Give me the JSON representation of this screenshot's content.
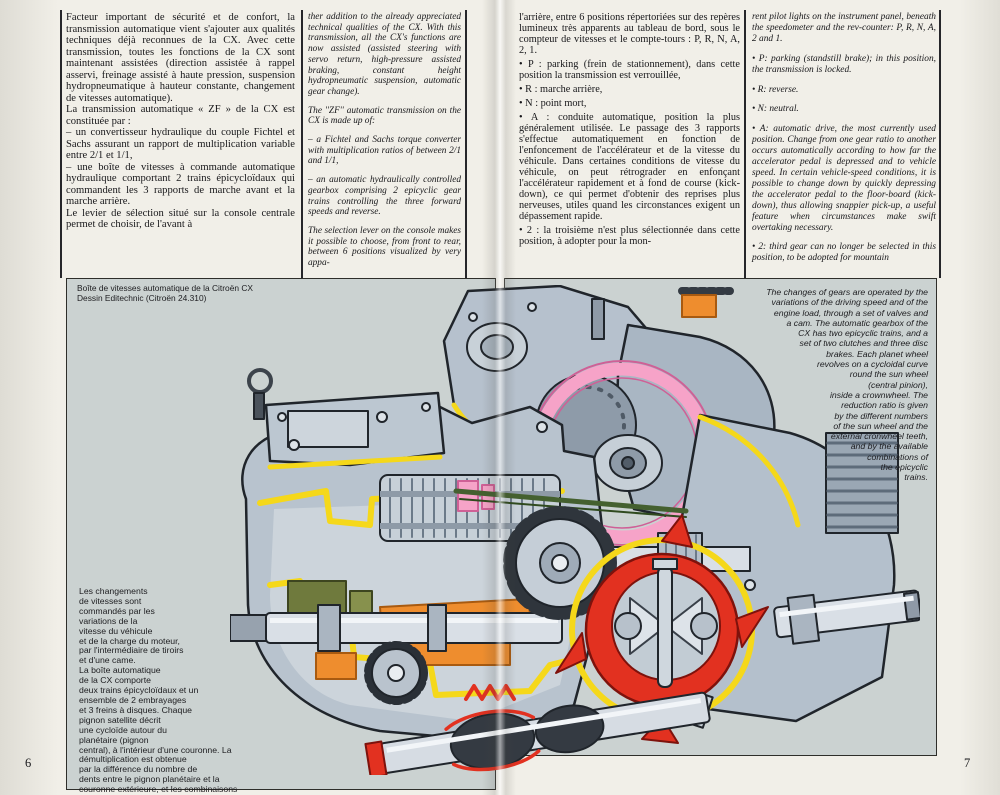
{
  "left_page": {
    "page_number": "6",
    "column_fr": {
      "paragraphs": [
        "Facteur important de sécurité et de confort, la transmission automatique vient s'ajouter aux qualités techniques déjà reconnues de la CX. Avec cette transmission, toutes les fonctions de la CX sont maintenant assistées (direction assistée à rappel asservi, freinage assisté à haute pression, suspension hydropneumatique à hauteur constante, changement de vitesses automatique).",
        "La transmission automatique « ZF » de la CX est constituée par :",
        "– un convertisseur hydraulique du couple Fichtel et Sachs assurant un rapport de multiplication variable entre 2/1 et 1/1,",
        "– une boîte de vitesses à commande automatique hydraulique comportant 2 trains épicycloïdaux qui commandent les 3 rapports de marche avant et la marche arrière.",
        "Le levier de sélection situé sur la console centrale permet de choisir, de l'avant à"
      ]
    },
    "column_en": {
      "paragraphs": [
        "ther addition to the already appreciated technical qualities of the CX. With this transmission, all the CX's functions are now assisted (assisted steering with servo return, high-pressure assisted braking, constant height hydropneumatic suspension, automatic gear change).",
        "The ''ZF'' automatic transmission on the CX is made up of:",
        "– a Fichtel and Sachs torque converter with multiplication ratios of between 2/1 and 1/1,",
        "– an automatic hydraulically controlled gearbox comprising 2 epicyclic gear trains controlling the three forward speeds and reverse.",
        "The selection lever on the console makes it possible to choose, from front to rear, between 6 positions visualized by very appa-"
      ]
    }
  },
  "right_page": {
    "page_number": "7",
    "column_fr": {
      "paragraphs": [
        "l'arrière, entre 6 positions répertoriées sur des repères lumineux très apparents au tableau de bord, sous le compteur de vitesses et le compte-tours : P, R, N, A, 2, 1.",
        "• P : parking (frein de stationnement), dans cette position la transmission est verrouillée,",
        "• R : marche arrière,",
        "• N : point mort,",
        "• A : conduite automatique, position la plus généralement utilisée. Le passage des 3 rapports s'effectue automatiquement en fonction de l'enfoncement de l'accélérateur et de la vitesse du véhicule. Dans certaines conditions de vitesse du véhicule, on peut rétrograder en enfonçant l'accélérateur rapidement et à fond de course (kick-down), ce qui permet d'obtenir des reprises plus nerveuses, utiles quand les circonstances exigent un dépassement rapide.",
        "• 2 : la troisième n'est plus sélectionnée dans cette position, à adopter pour la mon-"
      ]
    },
    "column_en": {
      "paragraphs": [
        "rent pilot lights on the instrument panel, beneath the speedometer and the rev-counter: P, R, N, A, 2 and 1.",
        "• P: parking (standstill brake); in this position, the transmission is locked.",
        "• R: reverse.",
        "• N: neutral.",
        "• A: automatic drive, the most currently used position. Change from one gear ratio to another occurs automatically according to how far the accelerator pedal is depressed and to vehicle speed. In certain vehicle-speed conditions, it is possible to change down by quickly depressing the accelerator pedal to the floor-board (kick-down), thus allowing snappier pick-up, a useful feature when circumstances make swift overtaking necessary.",
        "• 2: third gear can no longer be selected in this position, to be adopted for mountain"
      ]
    }
  },
  "illustration": {
    "caption_title": "Boîte de vitesses automatique de la Citroën CX\nDessin Editechnic (Citroën 24.310)",
    "caption_english": "The changes of gears are operated by the\nvariations of the driving speed and of the\nengine load, through a set of valves and\na cam. The automatic gearbox of the\nCX has two epicyclic trains, and a\nset of two clutches and three disc\nbrakes. Each planet wheel\nrevolves on a cycloidal curve\nround the sun wheel\n(central pinion),\ninside a crownwheel. The\nreduction ratio is given\nby the different numbers\nof the sun wheel and the\nexternal cronwheel teeth,\nand by the available\ncombinations of\nthe epicyclic\ntrains.",
    "caption_french": "Les changements\nde vitesses sont\ncommandés par les\nvariations de la\nvitesse du véhicule\net de la charge du moteur,\npar l'intermédiaire de tiroirs\net d'une came.\nLa boîte automatique\nde la CX comporte\ndeux trains épicycloïdaux et un\nensemble de 2 embrayages\net 3 freins à disques. Chaque\npignon satellite décrit\nune cycloïde autour du\nplanétaire (pignon\ncentral), à l'intérieur d'une couronne. La\ndémultiplication est obtenue\npar la différence du nombre de\ndents entre le pignon planétaire et la\ncouronne extérieure, et les combinaisons\noffertes par les trains épicycloïdaux.",
    "colors": {
      "panel_background": "#cbd2d1",
      "casing_gray": "#b8c3ce",
      "gasket_yellow": "#f5d81a",
      "converter_pink": "#f6a3c8",
      "differential_red": "#e23120",
      "clutch_orange": "#ee8d2e",
      "valve_olive": "#6f7a3d"
    }
  }
}
